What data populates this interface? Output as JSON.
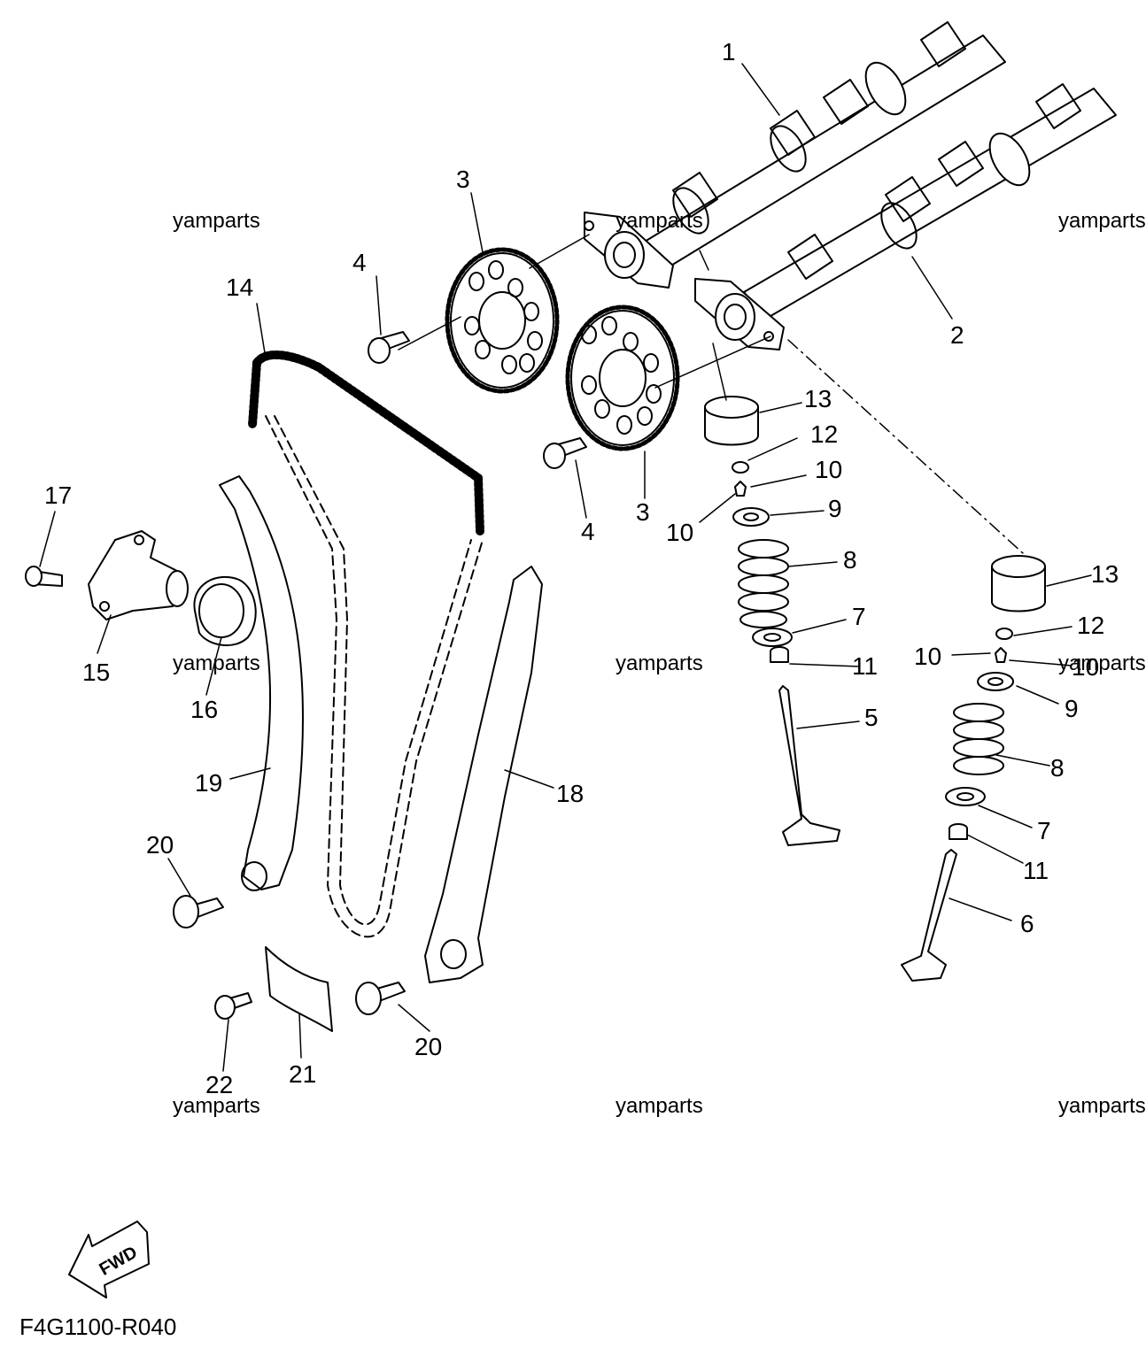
{
  "diagram": {
    "code": "F4G1100-R040",
    "fwd_label": "FWD",
    "watermark": "yamparts",
    "callouts": [
      "1",
      "2",
      "3",
      "3",
      "4",
      "4",
      "5",
      "6",
      "7",
      "7",
      "8",
      "8",
      "9",
      "9",
      "10",
      "10",
      "10",
      "10",
      "11",
      "11",
      "12",
      "12",
      "13",
      "13",
      "14",
      "15",
      "16",
      "17",
      "18",
      "19",
      "20",
      "20",
      "21",
      "22"
    ]
  }
}
